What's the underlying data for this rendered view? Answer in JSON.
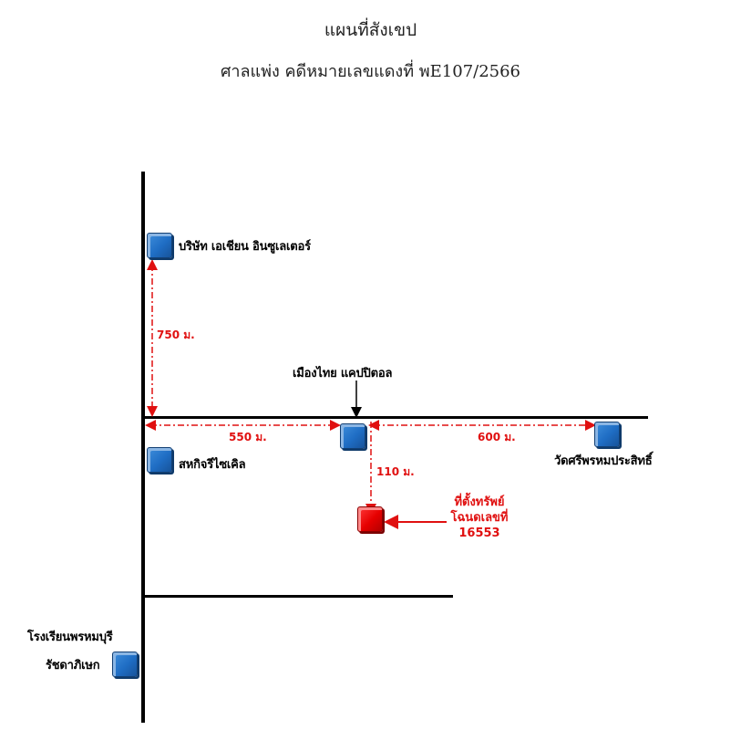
{
  "title": {
    "line1": "แผนที่สังเขป",
    "line2": "ศาลแพ่ง คดีหมายเลขแดงที่ พE107/2566"
  },
  "places": {
    "company": "บริษัท เอเชียน อินซูเลเตอร์",
    "muang_thai": "เมืองไทย แคปปิตอล",
    "cycle": "สหกิจรีไซเคิล",
    "temple": "วัดศรีพรหมประสิทธิ์",
    "school_line1": "โรงเรียนพรหมบุรี",
    "school_line2": "รัชดาภิเษก"
  },
  "distances": {
    "north": "750 ม.",
    "west": "550 ม.",
    "east": "600 ม.",
    "south": "110 ม."
  },
  "property": {
    "line1": "ที่ตั้งทรัพย์",
    "line2": "โฉนดเลขที่",
    "line3": "16553"
  },
  "colors": {
    "road": "#000000",
    "marker_blue": "#1f6dc4",
    "marker_red": "#e60000",
    "distance_red": "#e01010"
  }
}
